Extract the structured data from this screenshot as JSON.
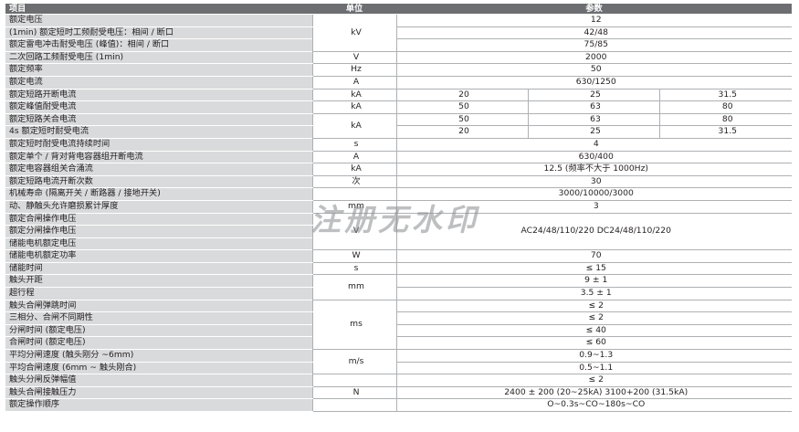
{
  "header": {
    "item": "项目",
    "unit": "单位",
    "param": "参数"
  },
  "rows": {
    "r0": {
      "item": "额定电压",
      "value": "12"
    },
    "r1": {
      "item": "(1min) 额定短时工频耐受电压：相间 / 断口",
      "value": "42/48"
    },
    "r2": {
      "item": "额定雷电冲击耐受电压 (峰值)：相间 / 断口",
      "value": "75/85"
    },
    "r012_unit": "kV",
    "r3": {
      "item": "二次回路工频耐受电压 (1min)",
      "unit": "V",
      "value": "2000"
    },
    "r4": {
      "item": "额定频率",
      "unit": "Hz",
      "value": "50"
    },
    "r5": {
      "item": "额定电流",
      "unit": "A",
      "value": "630/1250"
    },
    "r6": {
      "item": "额定短路开断电流",
      "unit": "kA",
      "v1": "20",
      "v2": "25",
      "v3": "31.5"
    },
    "r7": {
      "item": "额定峰值耐受电流",
      "unit": "kA",
      "v1": "50",
      "v2": "63",
      "v3": "80"
    },
    "r8": {
      "item": "额定短路关合电流",
      "v1": "50",
      "v2": "63",
      "v3": "80"
    },
    "r9": {
      "item": "4s 额定短时耐受电流",
      "v1": "20",
      "v2": "25",
      "v3": "31.5"
    },
    "r89_unit": "kA",
    "r10": {
      "item": "额定短时耐受电流持续时间",
      "unit": "s",
      "value": "4"
    },
    "r11": {
      "item": "额定单个 / 背对背电容器组开断电流",
      "unit": "A",
      "value": "630/400"
    },
    "r12": {
      "item": "额定电容器组关合涌流",
      "unit": "kA",
      "value": "12.5 (频率不大于 1000Hz)"
    },
    "r13": {
      "item": "额定短路电流开断次数",
      "unit": "次",
      "value": "30"
    },
    "r14": {
      "item": "机械寿命 (隔离开关 / 断路器 / 接地开关)",
      "unit": "",
      "value": "3000/10000/3000"
    },
    "r15": {
      "item": "动、静触头允许磨损累计厚度",
      "unit": "mm",
      "value": "3"
    },
    "r16": {
      "item": "额定合闸操作电压"
    },
    "r17": {
      "item": "额定分闸操作电压"
    },
    "r18": {
      "item": "储能电机额定电压"
    },
    "r1618_unit": "V",
    "r1618_value": "AC24/48/110/220 DC24/48/110/220",
    "r19": {
      "item": "储能电机额定功率",
      "unit": "W",
      "value": "70"
    },
    "r20": {
      "item": "储能时间",
      "unit": "s",
      "value": "≤ 15"
    },
    "r21": {
      "item": "触头开距",
      "value": "9 ± 1"
    },
    "r22": {
      "item": "超行程",
      "value": "3.5 ± 1"
    },
    "r2122_unit": "mm",
    "r23": {
      "item": "触头合闸弹跳时间",
      "value": "≤ 2"
    },
    "r24": {
      "item": "三相分、合闸不同期性",
      "value": "≤ 2"
    },
    "r25": {
      "item": "分闸时间 (额定电压)",
      "value": "≤ 40"
    },
    "r26": {
      "item": "合闸时间 (额定电压)",
      "value": "≤ 60"
    },
    "r2326_unit": "ms",
    "r27": {
      "item": "平均分闸速度 (触头刚分 ~6mm)",
      "value": "0.9~1.3"
    },
    "r28": {
      "item": "平均合闸速度 (6mm ~ 触头刚合)",
      "value": "0.5~1.1"
    },
    "r2728_unit": "m/s",
    "r29": {
      "item": "触头分闸反弹幅值",
      "unit": "",
      "value": "≤ 2"
    },
    "r30": {
      "item": "触头合闸接触压力",
      "unit": "N",
      "value": "2400 ± 200 (20~25kA) 3100+200 (31.5kA)"
    },
    "r31": {
      "item": "额定操作顺序",
      "unit": "",
      "value": "O~0.3s~CO~180s~CO"
    }
  },
  "watermark": "注册无水印",
  "colors": {
    "header_bg": "#6d6e71",
    "item_bg": "#d9dadb",
    "rule": "#aeb0b3"
  }
}
